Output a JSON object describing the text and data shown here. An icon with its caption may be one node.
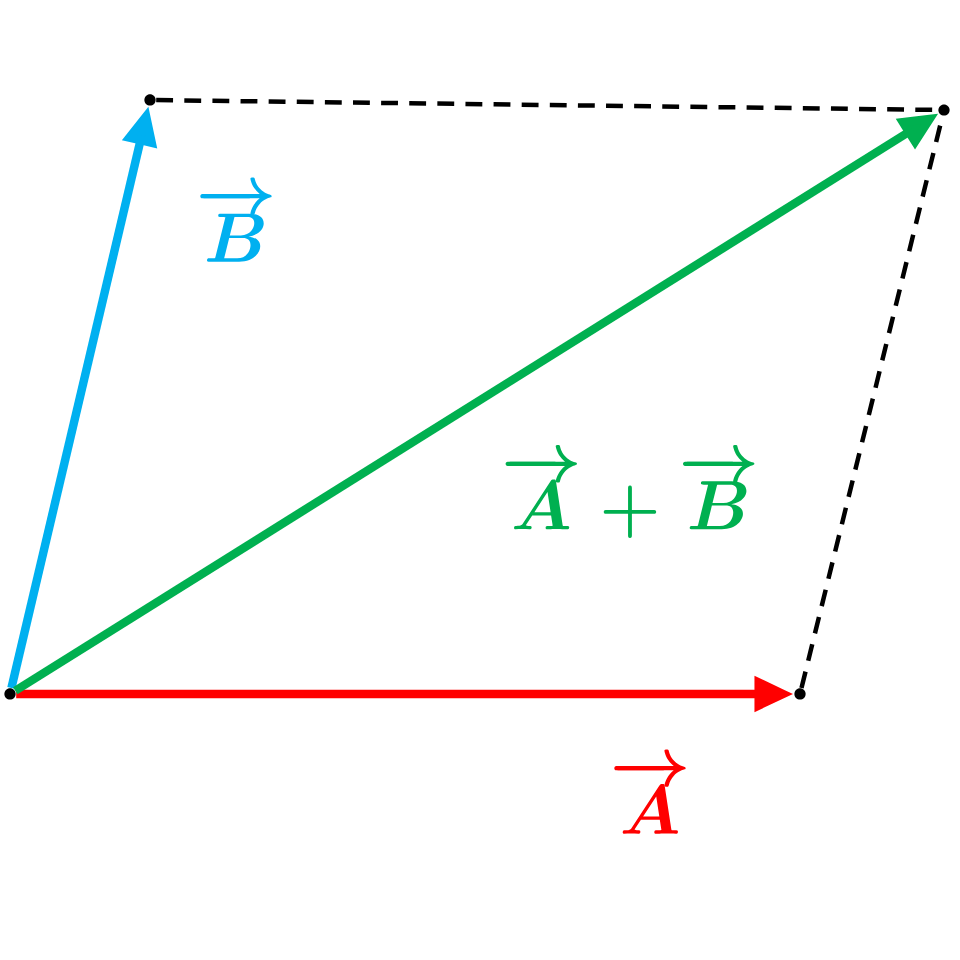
{
  "diagram": {
    "nodes": [
      {
        "text": [],
        "shape": "point"
      },
      {
        "text": [],
        "shape": "point"
      },
      {
        "text": [],
        "shape": "point"
      },
      {
        "text": [],
        "shape": "point"
      }
    ],
    "edges": [
      {
        "from": 0,
        "to": 1,
        "arrow": "to",
        "color": "#ff0000",
        "label": "\\overrightarrow{\\boldsymbol{A}}"
      },
      {
        "from": 0,
        "to": 2,
        "arrow": "to",
        "color": "#00b0f0",
        "label": "\\overrightarrow{\\boldsymbol{B}}"
      },
      {
        "from": 0,
        "to": 3,
        "arrow": "to",
        "color": "#00b050",
        "label": "\\overrightarrow{\\boldsymbol{A}}+\\overrightarrow{\\boldsymbol{B}}"
      },
      {
        "from": 2,
        "to": 3,
        "arrow": "none",
        "style": "dashed"
      },
      {
        "from": 1,
        "to": 3,
        "arrow": "none",
        "style": "dashed"
      }
    ]
  }
}
